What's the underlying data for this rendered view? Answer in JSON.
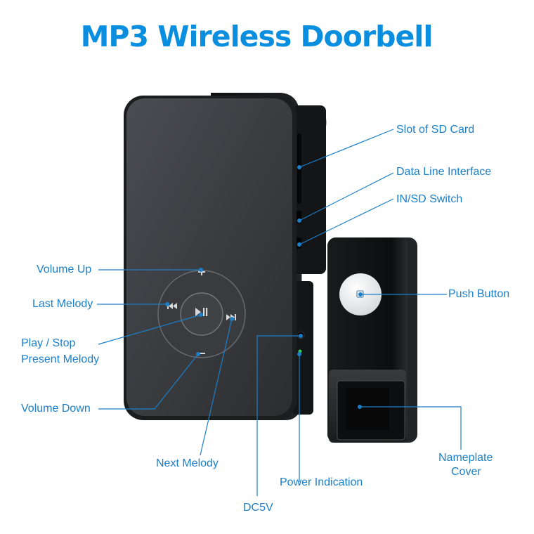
{
  "title": "MP3 Wireless Doorbell",
  "accent_color": "#1b7fc9",
  "labels": {
    "slot_sd": "Slot of SD Card",
    "data_line": "Data Line Interface",
    "in_sd_switch": "IN/SD Switch",
    "volume_up": "Volume Up",
    "last_melody": "Last Melody",
    "play_stop_1": "Play / Stop",
    "play_stop_2": "Present Melody",
    "volume_down": "Volume Down",
    "next_melody": "Next Melody",
    "power_indication": "Power Indication",
    "dc5v": "DC5V",
    "push_button": "Push Button",
    "nameplate_1": "Nameplate",
    "nameplate_2": "Cover"
  },
  "icons": {
    "plus": "+",
    "minus": "−",
    "prev": "⏮",
    "next": "⏭",
    "play_pause": "⏯"
  }
}
